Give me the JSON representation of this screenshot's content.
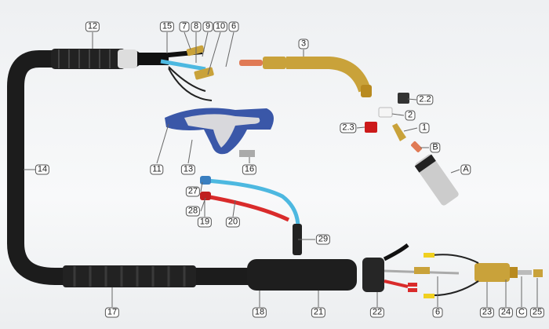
{
  "title": "Welding torch exploded parts diagram",
  "colors": {
    "hose": "#1c1c1c",
    "brass": "#c9a23a",
    "blue": "#3a57a8",
    "cable_blue": "#4db8e0",
    "cable_red": "#d92b2b",
    "copper": "#e07a55",
    "label_border": "#555555"
  },
  "labels": [
    {
      "id": "12",
      "text": "12"
    },
    {
      "id": "15",
      "text": "15"
    },
    {
      "id": "7",
      "text": "7"
    },
    {
      "id": "8",
      "text": "8"
    },
    {
      "id": "9",
      "text": "9"
    },
    {
      "id": "10",
      "text": "10"
    },
    {
      "id": "6a",
      "text": "6"
    },
    {
      "id": "3",
      "text": "3"
    },
    {
      "id": "2.2",
      "text": "2.2"
    },
    {
      "id": "2",
      "text": "2"
    },
    {
      "id": "2.3",
      "text": "2.3"
    },
    {
      "id": "1",
      "text": "1"
    },
    {
      "id": "B",
      "text": "B"
    },
    {
      "id": "A",
      "text": "A"
    },
    {
      "id": "11",
      "text": "11"
    },
    {
      "id": "13",
      "text": "13"
    },
    {
      "id": "16",
      "text": "16"
    },
    {
      "id": "14",
      "text": "14"
    },
    {
      "id": "27",
      "text": "27"
    },
    {
      "id": "28",
      "text": "28"
    },
    {
      "id": "19",
      "text": "19"
    },
    {
      "id": "20",
      "text": "20"
    },
    {
      "id": "29",
      "text": "29"
    },
    {
      "id": "17",
      "text": "17"
    },
    {
      "id": "18",
      "text": "18"
    },
    {
      "id": "21",
      "text": "21"
    },
    {
      "id": "22",
      "text": "22"
    },
    {
      "id": "6b",
      "text": "6"
    },
    {
      "id": "23",
      "text": "23"
    },
    {
      "id": "24",
      "text": "24"
    },
    {
      "id": "C",
      "text": "C"
    },
    {
      "id": "25",
      "text": "25"
    }
  ]
}
